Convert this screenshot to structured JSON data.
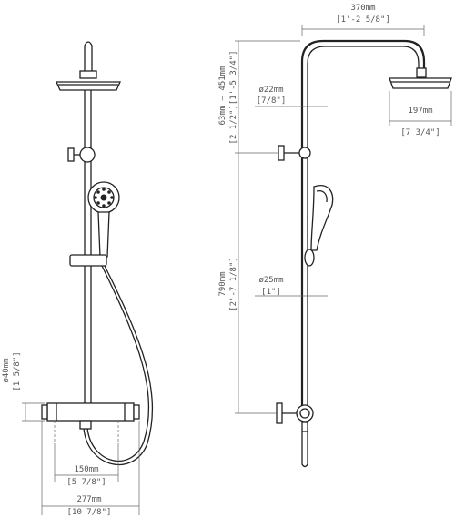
{
  "dimensions": {
    "arm_length": {
      "metric": "370mm",
      "imperial": "[1'-2 5/8\"]"
    },
    "head_diameter": {
      "metric": "197mm",
      "imperial": "[7 3/4\"]"
    },
    "pipe_top_diameter": {
      "metric": "ø22mm",
      "imperial": "[7/8\"]"
    },
    "adjust_range": {
      "metric": "63mm — 451mm",
      "imperial": "[2 1/2\"][1'-5 3/4\"]"
    },
    "pipe_bottom_diameter": {
      "metric": "ø25mm",
      "imperial": "[1\"]"
    },
    "rail_height": {
      "metric": "790mm",
      "imperial": "[2'-7 1/8\"]"
    },
    "valve_diameter": {
      "metric": "ø40mm",
      "imperial": "[1 5/8\"]"
    },
    "centers": {
      "metric": "150mm",
      "imperial": "[5 7/8\"]"
    },
    "valve_width": {
      "metric": "277mm",
      "imperial": "[10 7/8\"]"
    }
  }
}
